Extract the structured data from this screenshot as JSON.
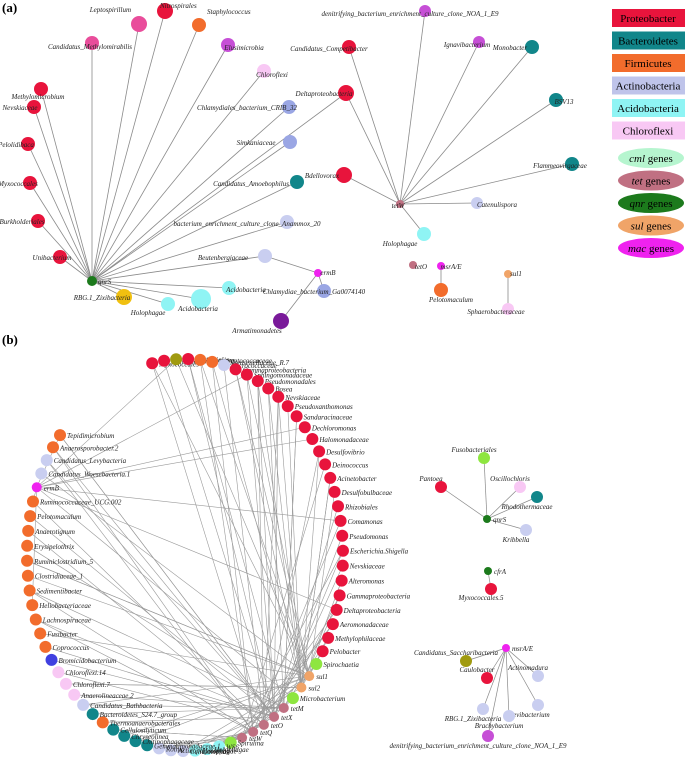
{
  "panels": [
    {
      "tag": "(a)"
    },
    {
      "tag": "(b)"
    }
  ],
  "phylum_legend": [
    {
      "label": "Proteobacter",
      "color": "#e8143c"
    },
    {
      "label": "Bacteroidetes",
      "color": "#11868a"
    },
    {
      "label": "Firmicutes",
      "color": "#f26c2c"
    },
    {
      "label": "Actinobacteria",
      "color": "#bfc4ea"
    },
    {
      "label": "Acidobacteria",
      "color": "#8ff4f4"
    },
    {
      "label": "Chloroflexi",
      "color": "#f8c8f4"
    }
  ],
  "gene_legend": [
    {
      "italic": "cml",
      "rest": " genes",
      "color": "#b6f5cf"
    },
    {
      "italic": "tet",
      "rest": " genes",
      "color": "#c07082"
    },
    {
      "italic": "qnr",
      "rest": " genes",
      "color": "#1c7a1c"
    },
    {
      "italic": "sul",
      "rest": " genes",
      "color": "#f0a468"
    },
    {
      "italic": "mac",
      "rest": " genes",
      "color": "#ef22ef"
    }
  ],
  "panel_a": {
    "nodes": [
      {
        "id": "qnrS",
        "label": "qnrS",
        "color": "#1c7a1c",
        "r": 5
      },
      {
        "id": "Nitrospirales",
        "label": "Nitrospirales",
        "color": "#e8143c",
        "r": 8
      },
      {
        "id": "Leptospirillum",
        "label": "Leptospirillum",
        "color": "#e94d9b",
        "r": 8
      },
      {
        "id": "Staphylococcus",
        "label": "Staphylococcus",
        "color": "#f26c2c",
        "r": 7
      },
      {
        "id": "Candidatus_Methylomirabilis",
        "label": "Candidatus_Methylomirabilis",
        "color": "#e94d9b",
        "r": 7
      },
      {
        "id": "Elusimicrobia",
        "label": "Elusimicrobia",
        "color": "#c64fd6",
        "r": 7
      },
      {
        "id": "Methylomicrobium",
        "label": "Methylomicrobium",
        "color": "#e8143c",
        "r": 7
      },
      {
        "id": "Chloroflexi_a",
        "label": "Chloroflexi",
        "color": "#f8c8f4",
        "r": 7
      },
      {
        "id": "Nevskiaceae",
        "label": "Nevskiaceae",
        "color": "#e8143c",
        "r": 7
      },
      {
        "id": "Deltaproteobacteria",
        "label": "Deltaproteobacteria",
        "color": "#e8143c",
        "r": 8
      },
      {
        "id": "Chlamydiales_CRIB",
        "label": "Chlamydiales_bacterium_CRIB_32",
        "color": "#9aa6e4",
        "r": 7
      },
      {
        "id": "Pelolidibaca",
        "label": "Pelolidibaca",
        "color": "#e8143c",
        "r": 7
      },
      {
        "id": "Simkaniaceae",
        "label": "Simkaniaceae",
        "color": "#9aa6e4",
        "r": 7
      },
      {
        "id": "Myxococcales",
        "label": "Myxococcales",
        "color": "#e8143c",
        "r": 7
      },
      {
        "id": "Cand_Amoebophilus",
        "label": "Candidatus_Amoebophilus",
        "color": "#11868a",
        "r": 7
      },
      {
        "id": "Burkholderiales",
        "label": "Burkholderiales",
        "color": "#e8143c",
        "r": 7
      },
      {
        "id": "bact_anammox",
        "label": "bacterium_enrichment_culture_clone_Anammox_20",
        "color": "#c9cef0",
        "r": 7
      },
      {
        "id": "Unibacterium",
        "label": "Unibacterium",
        "color": "#e8143c",
        "r": 7
      },
      {
        "id": "Beutenbergiaceae",
        "label": "Beutenbergiaceae",
        "color": "#c9cef0",
        "r": 7
      },
      {
        "id": "Acidobacteria_a1",
        "label": "Acidobacteria",
        "color": "#8ff4f4",
        "r": 7
      },
      {
        "id": "Acidobacteria_a2",
        "label": "Acidobacteria",
        "color": "#8ff4f4",
        "r": 10
      },
      {
        "id": "RBG1",
        "label": "RBG.1_Zixibacteria",
        "color": "#f0c010",
        "r": 8
      },
      {
        "id": "Holophagae_a1",
        "label": "Holophagae",
        "color": "#8ff4f4",
        "r": 7
      },
      {
        "id": "ermB",
        "label": "ermB",
        "color": "#ef22ef",
        "r": 4
      },
      {
        "id": "Chlamydiae_Ga",
        "label": "Chlamydiae_bacterium_Ga0074140",
        "color": "#9aa6e4",
        "r": 7
      },
      {
        "id": "Armatimonadetes",
        "label": "Armatimonadetes",
        "color": "#7a1a9a",
        "r": 8
      },
      {
        "id": "denit_a",
        "label": "denitrifying_bacterium_enrichment_culture_clone_NOA_1_E9",
        "color": "#c64fd6",
        "r": 6
      },
      {
        "id": "Ignavibacterium",
        "label": "Ignavibacterium",
        "color": "#c64fd6",
        "r": 6
      },
      {
        "id": "Monobacter",
        "label": "Monobacter",
        "color": "#11868a",
        "r": 7
      },
      {
        "id": "Cand_Competibacter",
        "label": "Candidatus_Competibacter",
        "color": "#e8143c",
        "r": 7
      },
      {
        "id": "BSV13",
        "label": "BSV13",
        "color": "#11868a",
        "r": 7
      },
      {
        "id": "Flammeovirgaceae",
        "label": "Flammeovirgaceae",
        "color": "#11868a",
        "r": 7
      },
      {
        "id": "Bdellovorax",
        "label": "Bdellovorax",
        "color": "#e8143c",
        "r": 8
      },
      {
        "id": "tetW_a",
        "label": "tetW",
        "color": "#c07082",
        "r": 4
      },
      {
        "id": "Catenulispora",
        "label": "Catenulispora",
        "color": "#c9cef0",
        "r": 6
      },
      {
        "id": "Holophagae_a2",
        "label": "Holophagae",
        "color": "#8ff4f4",
        "r": 7
      },
      {
        "id": "tetO_a",
        "label": "tetO",
        "color": "#c07082",
        "r": 4
      },
      {
        "id": "msrAE_a",
        "label": "msrA/E",
        "color": "#ef22ef",
        "r": 4
      },
      {
        "id": "Pelotomaculum_a",
        "label": "Pelotomaculum",
        "color": "#f26c2c",
        "r": 7
      },
      {
        "id": "sul1_a",
        "label": "sul1",
        "color": "#f0a468",
        "r": 4
      },
      {
        "id": "Sphaerotheca",
        "label": "Sphaerobacteraceae",
        "color": "#f8c8f4",
        "r": 6
      }
    ],
    "edges": [
      [
        "qnrS",
        "Nitrospirales"
      ],
      [
        "qnrS",
        "Leptospirillum"
      ],
      [
        "qnrS",
        "Staphylococcus"
      ],
      [
        "qnrS",
        "Candidatus_Methylomirabilis"
      ],
      [
        "qnrS",
        "Elusimicrobia"
      ],
      [
        "qnrS",
        "Methylomicrobium"
      ],
      [
        "qnrS",
        "Chloroflexi_a"
      ],
      [
        "qnrS",
        "Nevskiaceae"
      ],
      [
        "qnrS",
        "Deltaproteobacteria"
      ],
      [
        "qnrS",
        "Chlamydiales_CRIB"
      ],
      [
        "qnrS",
        "Pelolidibaca"
      ],
      [
        "qnrS",
        "Simkaniaceae"
      ],
      [
        "qnrS",
        "Myxococcales"
      ],
      [
        "qnrS",
        "Cand_Amoebophilus"
      ],
      [
        "qnrS",
        "Burkholderiales"
      ],
      [
        "qnrS",
        "bact_anammox"
      ],
      [
        "qnrS",
        "Unibacterium"
      ],
      [
        "qnrS",
        "Beutenbergiaceae"
      ],
      [
        "qnrS",
        "Acidobacteria_a1"
      ],
      [
        "qnrS",
        "Acidobacteria_a2"
      ],
      [
        "qnrS",
        "RBG1"
      ],
      [
        "qnrS",
        "Holophagae_a1"
      ],
      [
        "ermB",
        "Chlamydiae_Ga"
      ],
      [
        "ermB",
        "Armatimonadetes"
      ],
      [
        "ermB",
        "Beutenbergiaceae"
      ],
      [
        "tetW_a",
        "denit_a"
      ],
      [
        "tetW_a",
        "Ignavibacterium"
      ],
      [
        "tetW_a",
        "Monobacter"
      ],
      [
        "tetW_a",
        "Cand_Competibacter"
      ],
      [
        "tetW_a",
        "BSV13"
      ],
      [
        "tetW_a",
        "Flammeovirgaceae"
      ],
      [
        "tetW_a",
        "Bdellovorax"
      ],
      [
        "tetW_a",
        "Catenulispora"
      ],
      [
        "tetW_a",
        "Holophagae_a2"
      ],
      [
        "tetW_a",
        "Deltaproteobacteria"
      ],
      [
        "msrAE_a",
        "Pelotomaculum_a"
      ],
      [
        "sul1_a",
        "Sphaerotheca"
      ]
    ]
  },
  "panel_b": {
    "ring": [
      {
        "label": "Myxococcales",
        "color": "#e8143c"
      },
      {
        "label": "Unibacterium",
        "color": "#e8143c"
      },
      {
        "label": "Phenylobacterium",
        "color": "#a09a10"
      },
      {
        "label": "Neisseriales",
        "color": "#e8143c"
      },
      {
        "label": "Peptostreptococcaceae",
        "color": "#f26c2c"
      },
      {
        "label": "Christensenellaceae_R.7",
        "color": "#f26c2c"
      },
      {
        "label": "Micrococcaceae",
        "color": "#c9cef0"
      },
      {
        "label": "Gammaproteobacteria",
        "color": "#e8143c"
      },
      {
        "label": "Sphingomonadaceae",
        "color": "#e8143c"
      },
      {
        "label": "Pseudomonadales",
        "color": "#e8143c"
      },
      {
        "label": "Bosea",
        "color": "#e8143c"
      },
      {
        "label": "Nevskiaceae",
        "color": "#e8143c"
      },
      {
        "label": "Pseudoxanthomonas",
        "color": "#e8143c"
      },
      {
        "label": "Sandaracinaceae",
        "color": "#e8143c"
      },
      {
        "label": "Dechloromonas",
        "color": "#e8143c"
      },
      {
        "label": "Halomonadaceae",
        "color": "#e8143c"
      },
      {
        "label": "Desulfovibrio",
        "color": "#e8143c"
      },
      {
        "label": "Deinococcus",
        "color": "#e8143c"
      },
      {
        "label": "Acinetobacter",
        "color": "#e8143c"
      },
      {
        "label": "Desulfobulbaceae",
        "color": "#e8143c"
      },
      {
        "label": "Rhizobiales",
        "color": "#e8143c"
      },
      {
        "label": "Comamonas",
        "color": "#e8143c"
      },
      {
        "label": "Pseudomonas",
        "color": "#e8143c"
      },
      {
        "label": "Escherichia.Shigella",
        "color": "#e8143c"
      },
      {
        "label": "Nevskiaceae",
        "color": "#e8143c"
      },
      {
        "label": "Alteromonas",
        "color": "#e8143c"
      },
      {
        "label": "Gammaproteobacteria",
        "color": "#e8143c"
      },
      {
        "label": "Deltaproteobacteria",
        "color": "#e8143c"
      },
      {
        "label": "Aeromonadaceae",
        "color": "#e8143c"
      },
      {
        "label": "Methylophilaceae",
        "color": "#e8143c"
      },
      {
        "label": "Pelobacter",
        "color": "#e8143c"
      },
      {
        "label": "Spirochaetia",
        "color": "#8ee640"
      },
      {
        "label": "sul1",
        "color": "#f0a468"
      },
      {
        "label": "sul2",
        "color": "#f0a468"
      },
      {
        "label": "Microbacterium",
        "color": "#8ee640"
      },
      {
        "label": "tetM",
        "color": "#c07082"
      },
      {
        "label": "tetX",
        "color": "#c07082"
      },
      {
        "label": "tetO",
        "color": "#c07082"
      },
      {
        "label": "tetQ",
        "color": "#c07082"
      },
      {
        "label": "tetW",
        "color": "#c07082"
      },
      {
        "label": "Spirulina",
        "color": "#8ee640"
      },
      {
        "label": "WS6",
        "color": "#8ff4f4"
      },
      {
        "label": "Holophagae",
        "color": "#8ff4f4"
      },
      {
        "label": "Holophagae",
        "color": "#8ff4f4"
      },
      {
        "label": "Cellulomonas",
        "color": "#c9cef0"
      },
      {
        "label": "Actinopolymorpha",
        "color": "#c9cef0"
      },
      {
        "label": "Rothia",
        "color": "#c9cef0"
      },
      {
        "label": "Gemmatimonadaceae.1",
        "color": "#11868a"
      },
      {
        "label": "Chitinophagaceae",
        "color": "#11868a"
      },
      {
        "label": "Chryseolinea",
        "color": "#11868a"
      },
      {
        "label": "Cellulosilyticum",
        "color": "#11868a"
      },
      {
        "label": "Thermoanaerobacterales",
        "color": "#f26c2c"
      },
      {
        "label": "Bacteroidetes_S24.7_group",
        "color": "#11868a"
      },
      {
        "label": "Candidatus_Bathbacteria",
        "color": "#c9cef0"
      },
      {
        "label": "Anaerolineaceae.2",
        "color": "#f8c8f4"
      },
      {
        "label": "Chloroflexi.7",
        "color": "#f8c8f4"
      },
      {
        "label": "Chloroflexi.14",
        "color": "#f8c8f4"
      },
      {
        "label": "Bromicidobacterium",
        "color": "#4040e0"
      },
      {
        "label": "Coprococcus",
        "color": "#f26c2c"
      },
      {
        "label": "Fusibacter",
        "color": "#f26c2c"
      },
      {
        "label": "Lachnospiraceae",
        "color": "#f26c2c"
      },
      {
        "label": "Heliobacteriaceae",
        "color": "#f26c2c"
      },
      {
        "label": "Sedimentibacter",
        "color": "#f26c2c"
      },
      {
        "label": "Clostridiaceae_1",
        "color": "#f26c2c"
      },
      {
        "label": "Ruminiclostridium_5",
        "color": "#f26c2c"
      },
      {
        "label": "Erysipelothrix",
        "color": "#f26c2c"
      },
      {
        "label": "Anaerotignum",
        "color": "#f26c2c"
      },
      {
        "label": "Pelotomaculum",
        "color": "#f26c2c"
      },
      {
        "label": "Ruminococcaceae_UCG.002",
        "color": "#f26c2c"
      },
      {
        "label": "ermB",
        "color": "#ef22ef"
      },
      {
        "label": "Candidatus_Woesebacteria.1",
        "color": "#c9cef0"
      },
      {
        "label": "Candidatus_Levybacteria",
        "color": "#c9cef0"
      },
      {
        "label": "Anaerosporobacter.2",
        "color": "#f26c2c"
      },
      {
        "label": "Tepidimicrobium",
        "color": "#f26c2c"
      }
    ],
    "cluster_qnr": {
      "hub": {
        "label": "qnrS",
        "color": "#1c7a1c"
      },
      "leaves": [
        {
          "label": "Fusobacteriales",
          "color": "#8ee640"
        },
        {
          "label": "Pantoea",
          "color": "#e8143c"
        },
        {
          "label": "Oscillochloris",
          "color": "#f8c8f4"
        },
        {
          "label": "Rhodothermaceae",
          "color": "#11868a"
        },
        {
          "label": "Kribbella",
          "color": "#c9cef0"
        }
      ]
    },
    "cluster_cfr": {
      "hub": {
        "label": "cfrA",
        "color": "#1c7a1c"
      },
      "leaves": [
        {
          "label": "Myxococcales.5",
          "color": "#e8143c"
        }
      ]
    },
    "cluster_msr": {
      "hub": {
        "label": "msrA/E",
        "color": "#ef22ef"
      },
      "leaves": [
        {
          "label": "Candidatus_Saccharibacteria",
          "color": "#a09a10"
        },
        {
          "label": "Actinomadura",
          "color": "#c9cef0"
        },
        {
          "label": "Caulobacter",
          "color": "#e8143c"
        },
        {
          "label": "Brevibacterium",
          "color": "#c9cef0"
        },
        {
          "label": "RBG.1_Zixibacteria",
          "color": "#c9cef0"
        },
        {
          "label": "Brachybacterium",
          "color": "#c9cef0"
        },
        {
          "label": "denitrifying_bacterium_enrichment_culture_clone_NOA_1_E9",
          "color": "#c64fd6"
        }
      ]
    }
  }
}
